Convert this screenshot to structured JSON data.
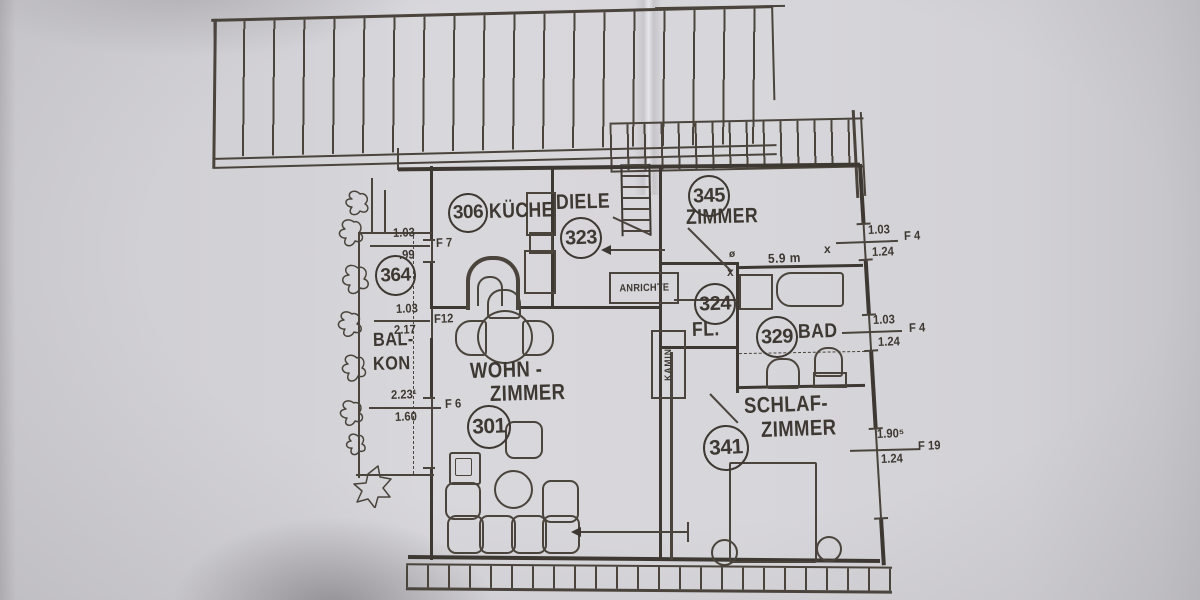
{
  "document": {
    "kind": "scanned floor plan",
    "language": "de"
  },
  "colors": {
    "paper": "#d4d3d7",
    "ink": "#3e3832"
  },
  "rooms": {
    "kueche": {
      "number": "306",
      "name": "KÜCHE"
    },
    "diele": {
      "number": "323",
      "name": "DIELE"
    },
    "zimmer345": {
      "number": "345",
      "name": "ZIMMER"
    },
    "flur": {
      "number": "324",
      "name": "FL."
    },
    "bad": {
      "number": "329",
      "name": "BAD"
    },
    "wohnzimmer": {
      "number": "301",
      "name1": "WOHN -",
      "name2": "ZIMMER"
    },
    "schlafzimmer": {
      "number": "341",
      "name1": "SCHLAF-",
      "name2": "ZIMMER"
    },
    "balkon": {
      "number": "364",
      "name1": "BAL-",
      "name2": "KON"
    }
  },
  "annotations": {
    "anrichte": "ANRICHTE",
    "kamin": "KAMIN",
    "bad_area": "5.9 m",
    "x_mark": "x",
    "diameter_mark": "ø"
  },
  "dimensions": {
    "f7": {
      "over": "1.03",
      "under": ".99",
      "ref": "F 7"
    },
    "f12": {
      "over": "1.03",
      "under": "2.17",
      "ref": "F12"
    },
    "f6": {
      "over": "2.23¹",
      "under": "1.60",
      "ref": "F 6"
    },
    "f4a": {
      "over": "1.03",
      "under": "1.24",
      "ref": "F 4"
    },
    "f4b": {
      "over": "1.03",
      "under": "1.24",
      "ref": "F 4"
    },
    "f19": {
      "over": "1.90⁵",
      "under": "1.24",
      "ref": "F 19"
    }
  }
}
